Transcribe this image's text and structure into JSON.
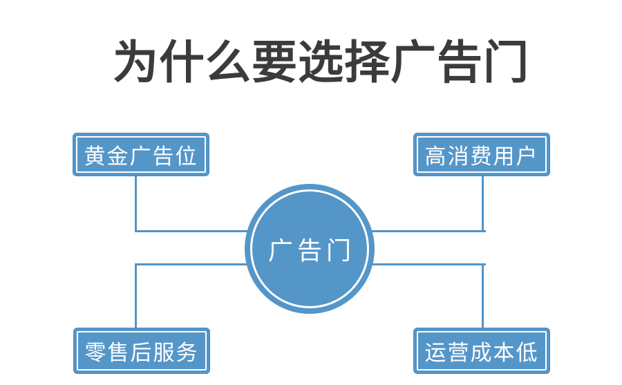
{
  "title": "为什么要选择广告门",
  "colors": {
    "accent_blue": "#5596c9",
    "connector_blue": "#5095c8",
    "title_text": "#3b3b3b",
    "node_text": "#ffffff",
    "background": "#ffffff"
  },
  "center_node": {
    "label": "广告门"
  },
  "nodes": [
    {
      "position": "top-left",
      "label": "黄金广告位"
    },
    {
      "position": "top-right",
      "label": "高消费用户"
    },
    {
      "position": "bottom-left",
      "label": "零售后服务"
    },
    {
      "position": "bottom-right",
      "label": "运营成本低"
    }
  ]
}
